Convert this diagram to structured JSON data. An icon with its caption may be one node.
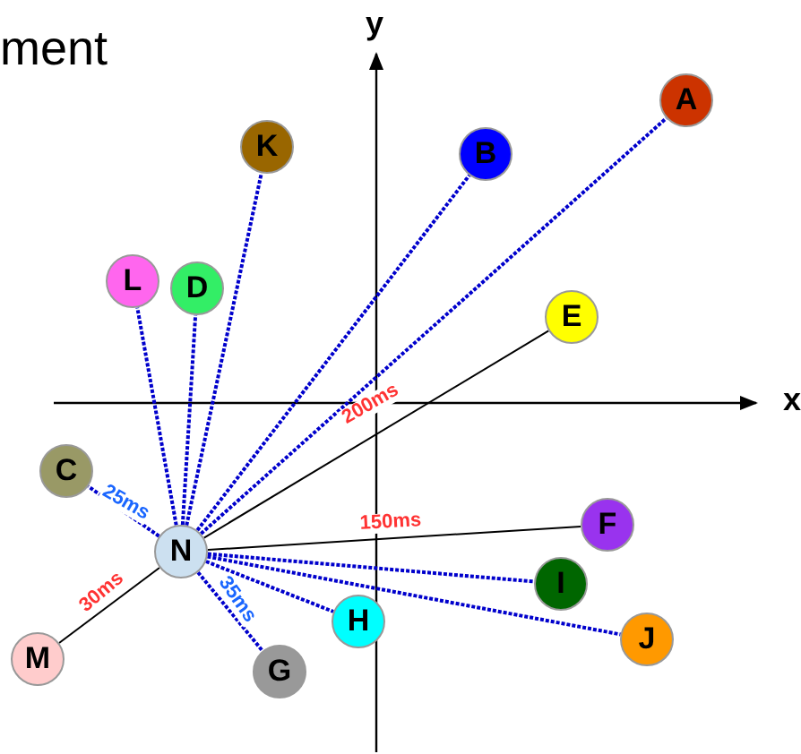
{
  "diagram": {
    "nodes": [
      {
        "text": [
          "A"
        ]
      },
      {
        "text": [
          "K"
        ]
      },
      {
        "text": [
          "B"
        ]
      },
      {
        "text": [
          "L"
        ]
      },
      {
        "text": [
          "D"
        ]
      },
      {
        "text": [
          "E"
        ]
      },
      {
        "text": [
          "C"
        ]
      },
      {
        "text": [
          "F"
        ]
      },
      {
        "text": [
          "N"
        ]
      },
      {
        "text": [
          "H"
        ]
      },
      {
        "text": [
          "I"
        ]
      },
      {
        "text": [
          "J"
        ]
      },
      {
        "text": [
          "M"
        ]
      },
      {
        "text": [
          "G"
        ]
      }
    ],
    "edges": [
      {
        "from": 8,
        "to": 0,
        "arrow": "none",
        "style": "dashed"
      },
      {
        "from": 8,
        "to": 1,
        "arrow": "none",
        "style": "dashed"
      },
      {
        "from": 8,
        "to": 2,
        "arrow": "none",
        "style": "dashed"
      },
      {
        "from": 8,
        "to": 3,
        "arrow": "none",
        "style": "dashed"
      },
      {
        "from": 8,
        "to": 4,
        "arrow": "none",
        "style": "dashed"
      },
      {
        "from": 8,
        "to": 5,
        "arrow": "none",
        "label": "200ms",
        "color": "#000000"
      },
      {
        "from": 8,
        "to": 6,
        "arrow": "none",
        "label": "25ms",
        "style": "dashed"
      },
      {
        "from": 8,
        "to": 7,
        "arrow": "none",
        "label": "150ms",
        "color": "#000000"
      },
      {
        "from": 8,
        "to": 9,
        "arrow": "none",
        "style": "dashed"
      },
      {
        "from": 8,
        "to": 10,
        "arrow": "none",
        "style": "dashed"
      },
      {
        "from": 8,
        "to": 11,
        "arrow": "none",
        "style": "dashed"
      },
      {
        "from": 8,
        "to": 12,
        "arrow": "none",
        "label": "30ms",
        "color": "#000000"
      },
      {
        "from": 8,
        "to": 13,
        "arrow": "none",
        "label": "35ms",
        "style": "dashed"
      }
    ],
    "labels": [
      "ment",
      "y",
      "x"
    ]
  }
}
